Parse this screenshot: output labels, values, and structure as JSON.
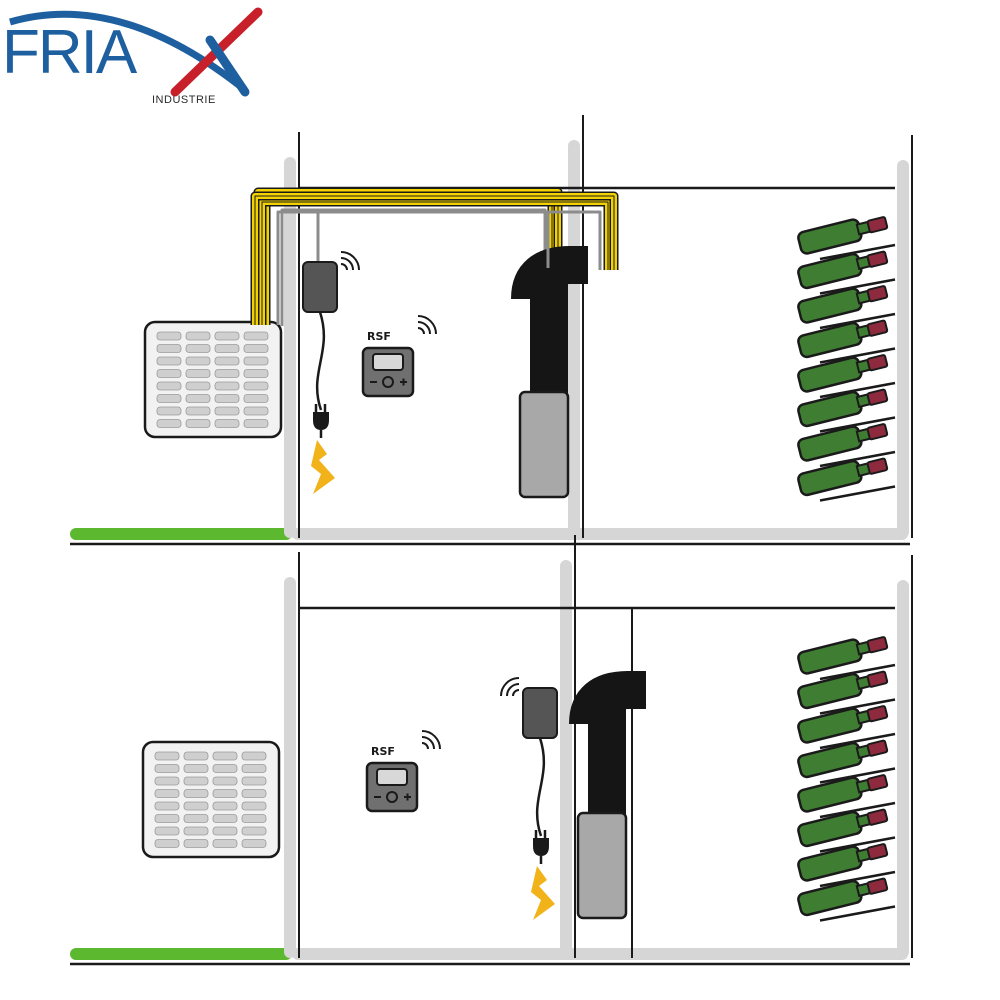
{
  "logo": {
    "brand": "FRIA",
    "sub": "INDUSTRIE",
    "colors": {
      "blue": "#1e5fa0",
      "red": "#c8202a"
    }
  },
  "panels": [
    {
      "name": "top",
      "controller_label": "RSF",
      "plug_position": "left",
      "bottles": 8
    },
    {
      "name": "bottom",
      "controller_label": "RSF",
      "plug_position": "right",
      "bottles": 8
    }
  ],
  "colors": {
    "wall": "#d6d6d6",
    "line": "#1a1a1a",
    "cable_yellow": "#f2d200",
    "cable_grey": "#8c8c8c",
    "ground": "#5cb82e",
    "bottle_green": "#3f7d32",
    "bottle_cap": "#8e2a3e",
    "spark": "#f2b21a",
    "duct": "#151515",
    "unit_grey": "#a8a8a8",
    "condenser_bg": "#f2f2f2"
  }
}
